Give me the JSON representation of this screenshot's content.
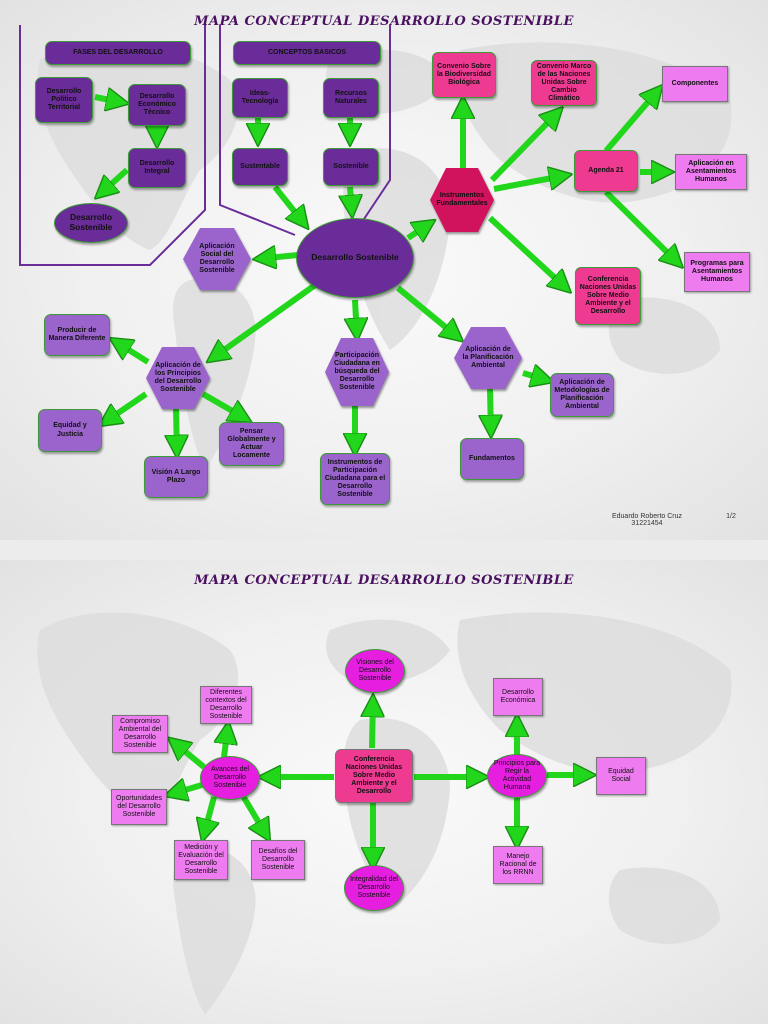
{
  "colors": {
    "arrow": "#22d61c",
    "purple_box": "#9a64cc",
    "dark_purple_box": "#6a2c98",
    "pink_box": "#ef3a92",
    "magenta_box": "#ee7cf0",
    "magenta_oval": "#e51ee0",
    "title": "#4a1060"
  },
  "page1": {
    "title": "MAPA CONCEPTUAL DESARROLLO SOSTENIBLE",
    "nodes": {
      "fases": "FASES DEL DESARROLLO",
      "conceptos": "CONCEPTOS BASICOS",
      "politico": "Desarrollo Político Territorial",
      "economico": "Desarrollo Económico Técnico",
      "integral": "Desarrollo Integral",
      "ds_small": "Desarrollo Sostenible",
      "ideas": "Ideas-Tecnología",
      "recursos": "Recursos Naturales",
      "sustentable": "Sustentable",
      "sostenible": "Sostenible",
      "center": "Desarrollo Sostenible",
      "social": "Aplicación Social del Desarrollo Sostenible",
      "instrumentos": "Instrumentos Fundamentales",
      "biodiversidad": "Convenio Sobre la Biodiversidad Biológica",
      "cambio": "Convenio Marco de las Naciones Unidas Sobre Cambio Climático",
      "agenda": "Agenda 21",
      "componentes": "Componentes",
      "asentamientos": "Aplicación en Asentamientos Humanos",
      "programas": "Programas para Asentamientos Humanos",
      "conferencia": "Conferencia Naciones Unidas Sobre Medio Ambiente y el Desarrollo",
      "principios": "Aplicación de los Principios del Desarrollo Sostenible",
      "producir": "Producir de Manera Diferente",
      "equidad": "Equidad y Justicia",
      "vision": "Visión A Largo Plazo",
      "pensar": "Pensar Globalmente y Actuar Locamente",
      "participacion": "Participación Ciudadana en búsqueda del Desarrollo Sostenible",
      "instr_part": "Instrumentos de Participación Ciudadana para el Desarrollo Sostenible",
      "planificacion": "Aplicación de la Planificación Ambiental",
      "metodologias": "Aplicación de Metodologías de Planificación Ambiental",
      "fundamentos": "Fundamentos"
    },
    "author": "Eduardo Roberto Cruz",
    "author_id": "31221454",
    "page_number": "1/2"
  },
  "page2": {
    "title": "MAPA CONCEPTUAL DESARROLLO SOSTENIBLE",
    "nodes": {
      "center": "Conferencia Naciones Unidas Sobre Medio Ambiente y el Desarrollo",
      "visiones": "Visiones del Desarrollo Sostenible",
      "integralidad": "Integralidad del Desarrollo Sostenible",
      "avances": "Avances del Desarrollo Sostenible",
      "contextos": "Diferentes contextos del Desarrollo Sostenible",
      "compromiso": "Compromiso Ambiental del Desarrollo Sostenible",
      "oportunidades": "Oportunidades del Desarrollo Sostenible",
      "medicion": "Medición y Evaluación del Desarrollo Sostenible",
      "desafios": "Desafíos del Desarrollo Sostenible",
      "principios": "Principios para Regir la Actividad Humana",
      "economica": "Desarrollo Económica",
      "equidad": "Equidad Social",
      "manejo": "Manejo Racional de los RRNN"
    }
  }
}
